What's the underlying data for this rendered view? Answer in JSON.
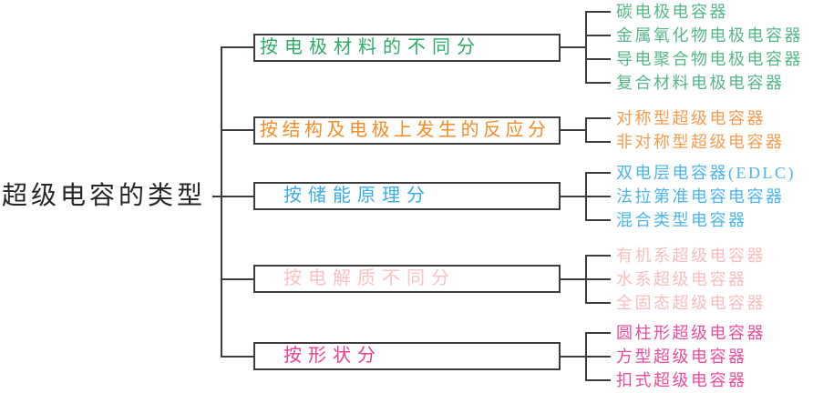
{
  "diagram_title": "超级电容的类型",
  "line_color": "#3d3d3d",
  "root": {
    "label": "超级电容的类型",
    "color": "#262626"
  },
  "branches": [
    {
      "label": "按电极材料的不同分",
      "color": "#2EAC66",
      "leaf_color": "#55B787",
      "children": [
        "碳电极电容器",
        "金属氧化物电极电容器",
        "导电聚合物电极电容器",
        "复合材料电极电容器"
      ]
    },
    {
      "label": "按结构及电极上发生的反应分",
      "color": "#F68C26",
      "leaf_color": "#F79C4E",
      "children": [
        "对称型超级电容器",
        "非对称型超级电容器"
      ]
    },
    {
      "label": "按储能原理分",
      "color": "#3BADE6",
      "leaf_color": "#4BB5EA",
      "children": [
        "双电层电容器(EDLC)",
        "法拉第准电容电容器",
        "混合类型电容器"
      ]
    },
    {
      "label": "按电解质不同分",
      "color": "#F9C2C4",
      "leaf_color": "#F8BDBF",
      "children": [
        "有机系超级电容器",
        "水系超级电容器",
        "全固态超级电容器"
      ]
    },
    {
      "label": "按形状分",
      "color": "#E73D93",
      "leaf_color": "#E94C9C",
      "children": [
        "圆柱形超级电容器",
        "方型超级电容器",
        "扣式超级电容器"
      ]
    }
  ]
}
